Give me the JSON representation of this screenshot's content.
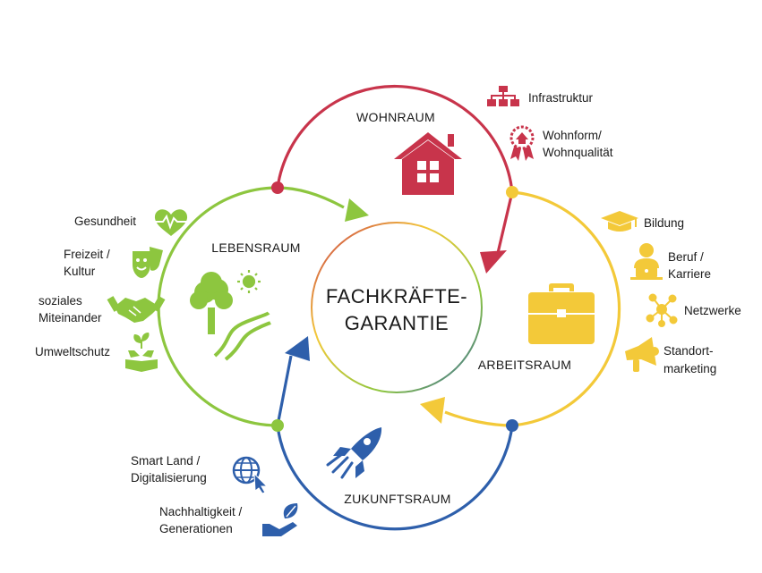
{
  "center": {
    "line1": "FACHKRÄFTE-",
    "line2": "GARANTIE"
  },
  "spheres": {
    "wohnraum": {
      "title": "WOHNRAUM",
      "color": "#c8344b"
    },
    "lebensraum": {
      "title": "LEBENSRAUM",
      "color": "#8dc63f"
    },
    "arbeitsraum": {
      "title": "ARBEITSRAUM",
      "color": "#f3c939"
    },
    "zukunftsraum": {
      "title": "ZUKUNFTSRAUM",
      "color": "#2e5fab"
    }
  },
  "items": {
    "infrastruktur": {
      "label": "Infrastruktur",
      "icon": "org-chart-icon"
    },
    "wohnform": {
      "line1": "Wohnform/",
      "line2": "Wohnqualität",
      "icon": "award-house-icon"
    },
    "gesundheit": {
      "label": "Gesundheit",
      "icon": "heart-pulse-icon"
    },
    "freizeit": {
      "line1": "Freizeit /",
      "line2": "Kultur",
      "icon": "theater-mask-icon"
    },
    "soziales": {
      "line1": "soziales",
      "line2": "Miteinander",
      "icon": "handshake-icon"
    },
    "umwelt": {
      "label": "Umweltschutz",
      "icon": "hands-sprout-icon"
    },
    "bildung": {
      "label": "Bildung",
      "icon": "graduation-cap-icon"
    },
    "beruf": {
      "line1": "Beruf /",
      "line2": "Karriere",
      "icon": "person-laptop-icon"
    },
    "netzwerke": {
      "label": "Netzwerke",
      "icon": "network-icon"
    },
    "standort": {
      "line1": "Standort-",
      "line2": "marketing",
      "icon": "megaphone-icon"
    },
    "smartland": {
      "line1": "Smart Land /",
      "line2": "Digitalisierung",
      "icon": "globe-cursor-icon"
    },
    "nachhaltigkeit": {
      "line1": "Nachhaltigkeit /",
      "line2": "Generationen",
      "icon": "hand-leaf-icon"
    }
  }
}
